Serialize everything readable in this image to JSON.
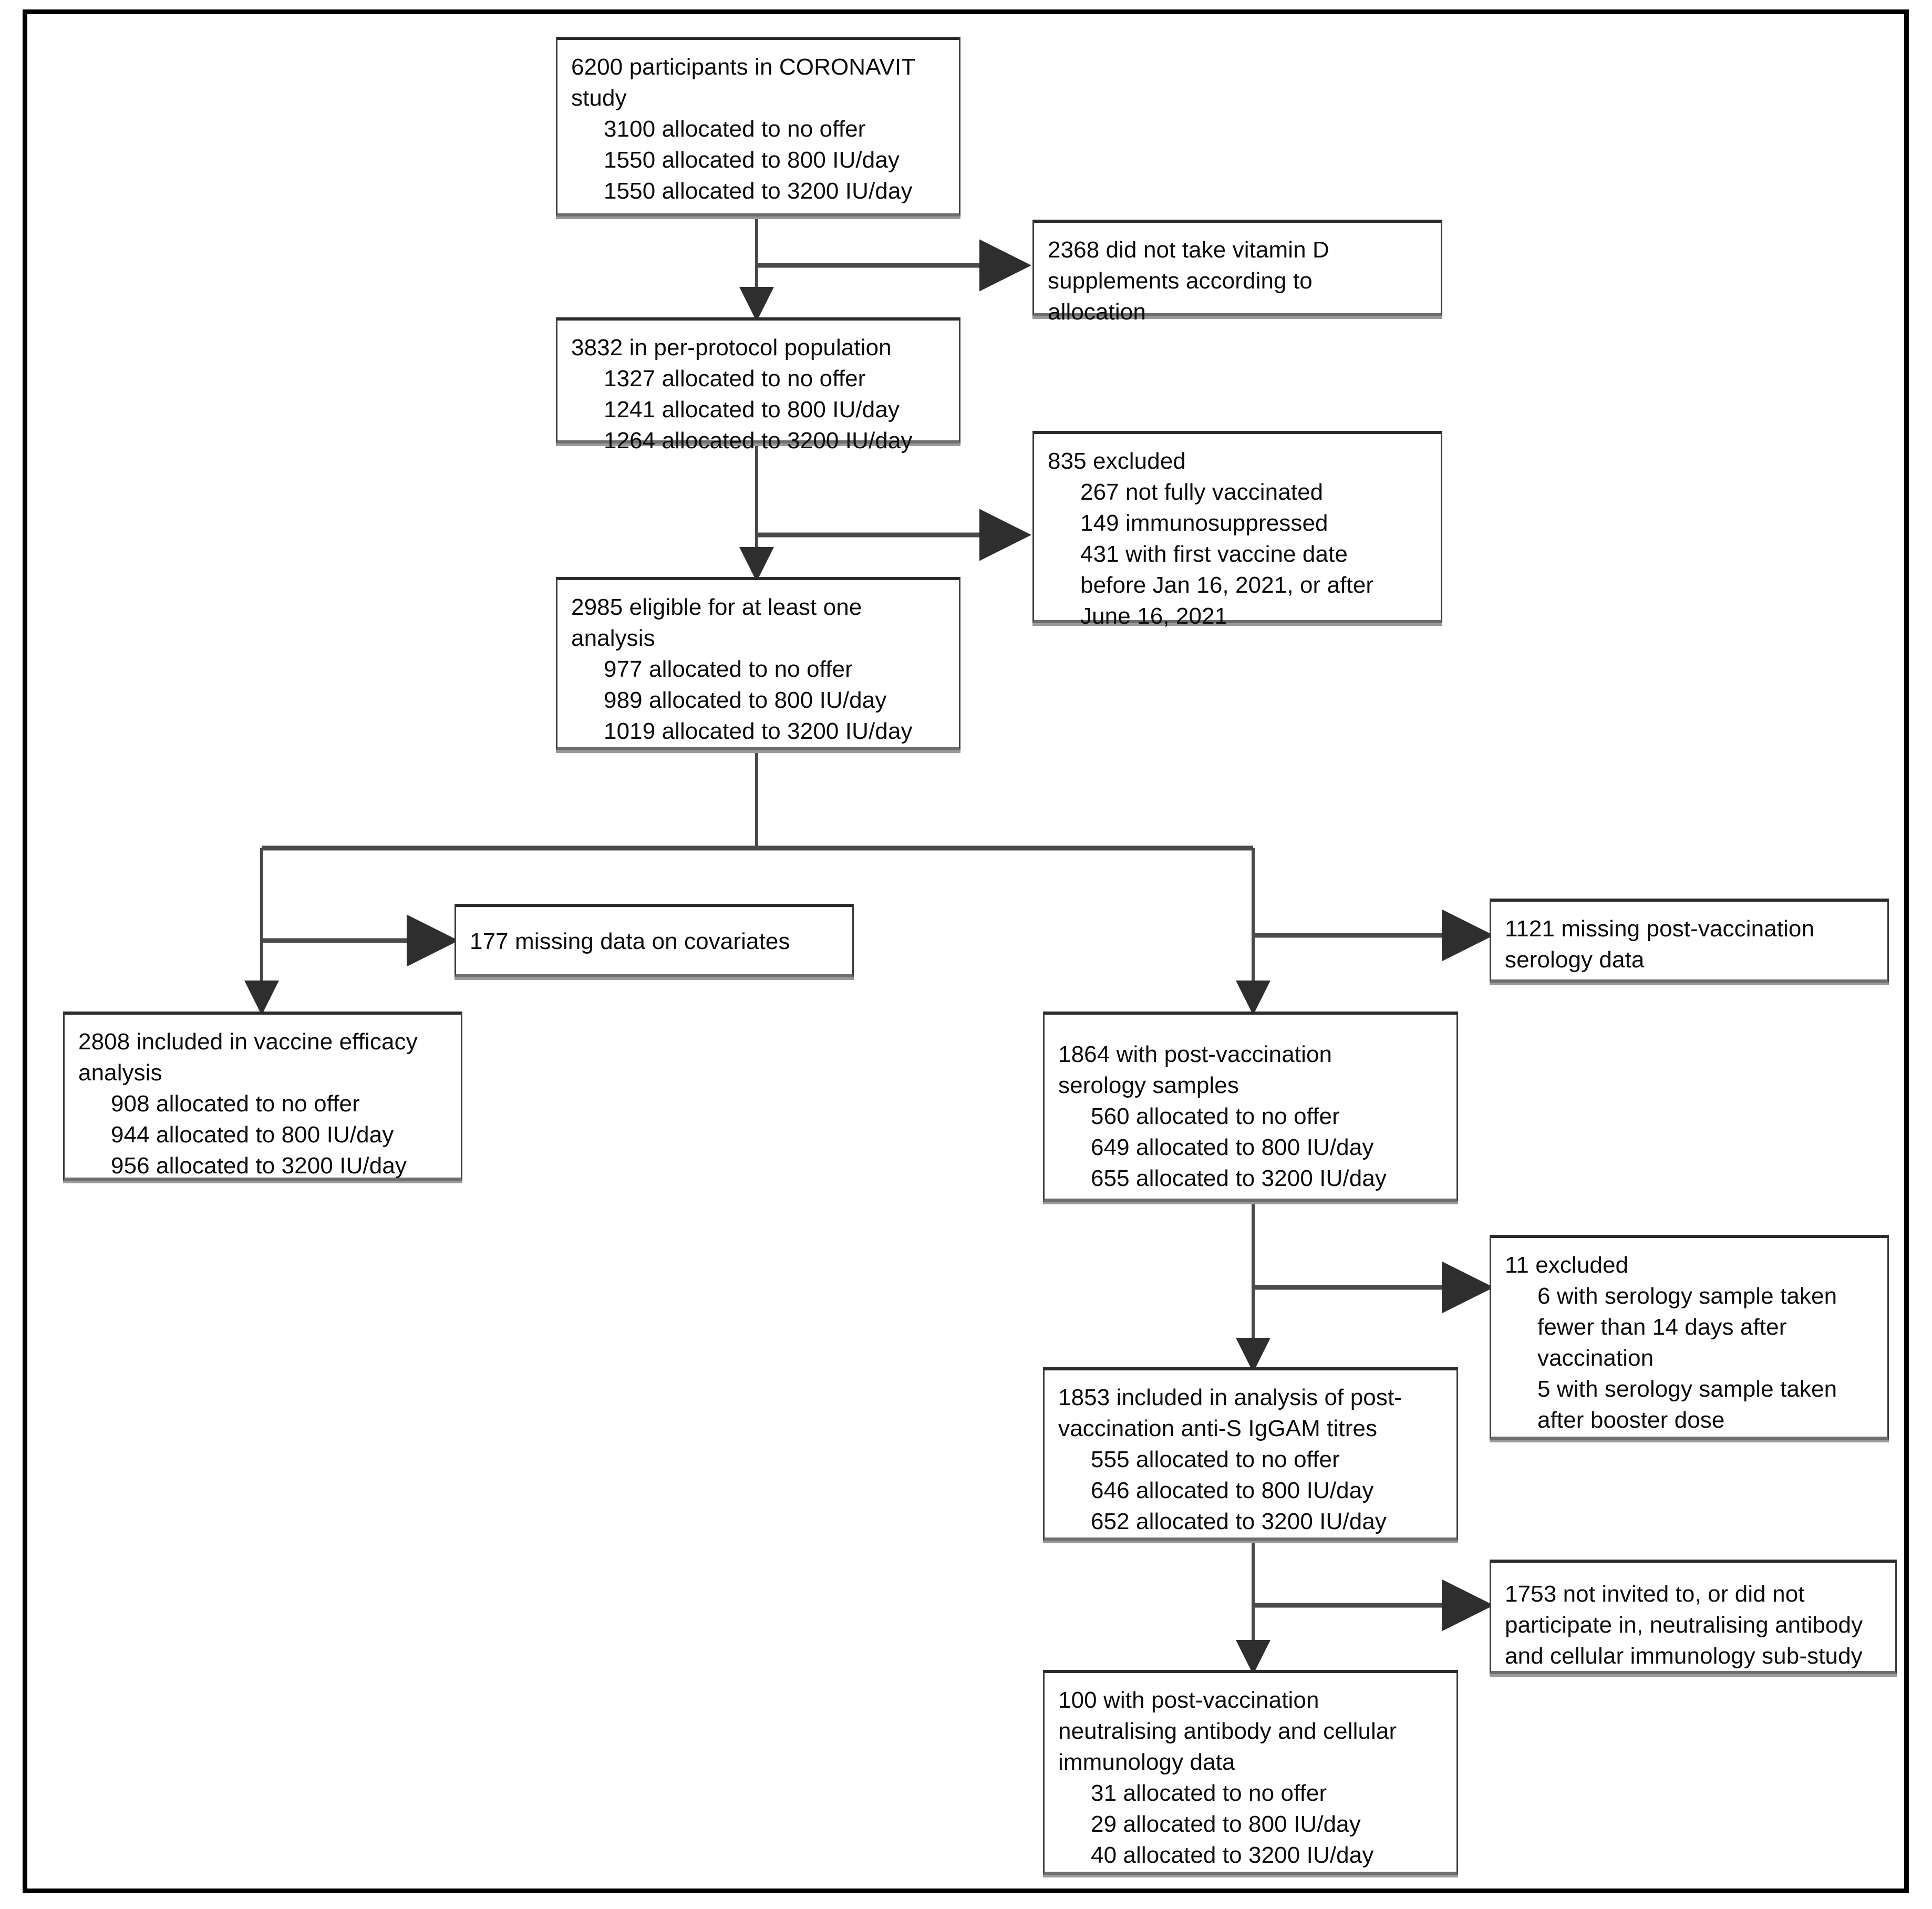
{
  "diagram": {
    "title": "CORONAVIT study participant flow diagram",
    "type": "consort-flow-diagram",
    "colors": {
      "frame": "#000000",
      "box_border": "#3d3d3d",
      "box_shadow": "#9a9a9a",
      "connector": "#4a4a4a",
      "text": "#0c0c0c",
      "background": "#ffffff"
    }
  },
  "boxes": {
    "enrolled": {
      "id": "enrolled",
      "lines": [
        "6200 participants in CORONAVIT",
        "study",
        "3100 allocated to no offer",
        "1550 allocated to 800 IU/day",
        "1550 allocated to 3200 IU/day"
      ]
    },
    "not_taken": {
      "id": "not-taken",
      "lines": [
        "2368 did not take vitamin D",
        "supplements according to",
        "allocation"
      ]
    },
    "per_protocol": {
      "id": "per-protocol",
      "lines": [
        "3832 in per-protocol  population",
        "1327 allocated to no offer",
        "1241 allocated to 800 IU/day",
        "1264 allocated to 3200 IU/day"
      ]
    },
    "excluded_835": {
      "id": "excluded-835",
      "lines": [
        "835 excluded",
        "267 not fully vaccinated",
        "149 immunosuppressed",
        "431 with first vaccine date",
        "before Jan 16, 2021, or after",
        "June 16, 2021"
      ]
    },
    "eligible": {
      "id": "eligible",
      "lines": [
        "2985 eligible for at least one",
        "analysis",
        "977 allocated to no offer",
        "989 allocated to 800 IU/day",
        "1019 allocated to 3200 IU/day"
      ]
    },
    "missing_covariates": {
      "id": "missing-covariates",
      "lines": [
        "177 missing data on covariates"
      ]
    },
    "missing_serology": {
      "id": "missing-serology",
      "lines": [
        "1121 missing post-vaccination",
        "serology data"
      ]
    },
    "vaccine_efficacy": {
      "id": "vaccine-efficacy",
      "lines": [
        "2808 included in vaccine efficacy",
        "analysis",
        "908 allocated to no offer",
        "944 allocated to 800 IU/day",
        "956 allocated to 3200 IU/day"
      ]
    },
    "serology_samples": {
      "id": "serology-samples",
      "lines": [
        "1864 with post-vaccination",
        "serology samples",
        "560 allocated to no offer",
        "649 allocated to 800 IU/day",
        "655 allocated to 3200 IU/day"
      ]
    },
    "excluded_11": {
      "id": "excluded-11",
      "lines": [
        "11 excluded",
        "6 with serology sample taken",
        "fewer than 14 days after",
        "vaccination",
        "5 with serology sample taken",
        "after booster dose"
      ]
    },
    "iggam_analysis": {
      "id": "iggam-analysis",
      "lines": [
        "1853 included in analysis of post-",
        "vaccination anti-S IgGAM titres",
        "555 allocated to no offer",
        "646 allocated to 800 IU/day",
        "652 allocated to 3200 IU/day"
      ]
    },
    "not_invited": {
      "id": "not-invited",
      "lines": [
        "1753 not invited to, or did not",
        "participate in, neutralising antibody",
        "and cellular immunology  sub-study"
      ]
    },
    "substudy": {
      "id": "substudy",
      "lines": [
        "100 with post-vaccination",
        "neutralising antibody and cellular",
        "immunology data",
        "31 allocated to no offer",
        "29 allocated to 800 IU/day",
        "40 allocated to 3200 IU/day"
      ]
    }
  }
}
